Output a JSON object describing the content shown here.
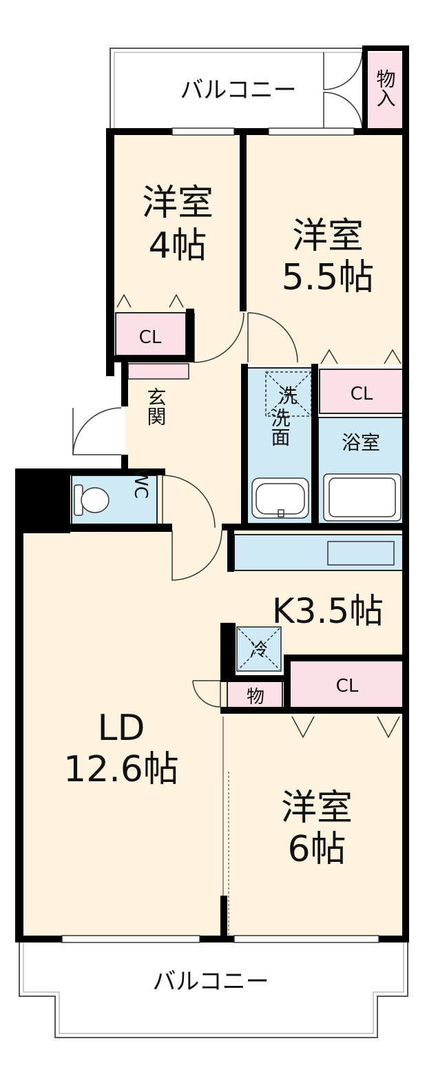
{
  "colors": {
    "floor": "#fdf3de",
    "closet": "#fbe0e8",
    "wet_area": "#cfe9f5",
    "wall": "#000000",
    "line": "#222222"
  },
  "balcony_top": {
    "label": "バルコニー"
  },
  "balcony_bottom": {
    "label": "バルコニー"
  },
  "storage_top": {
    "label": "物入"
  },
  "room_west_4": {
    "name": "洋室",
    "size": "4帖"
  },
  "room_east_55": {
    "name": "洋室",
    "size": "5.5帖"
  },
  "closet_a": {
    "label": "CL"
  },
  "closet_b": {
    "label": "CL"
  },
  "closet_c": {
    "label": "CL"
  },
  "entrance": {
    "label": "玄関"
  },
  "laundry": {
    "label": "洗"
  },
  "washroom": {
    "label": "洗面"
  },
  "bathroom": {
    "label": "浴室"
  },
  "toilet": {
    "label": "WC"
  },
  "kitchen": {
    "label": "K3.5帖"
  },
  "fridge": {
    "label": "冷"
  },
  "storage_small": {
    "label": "物"
  },
  "living_dining": {
    "name": "LD",
    "size": "12.6帖"
  },
  "room_south_6": {
    "name": "洋室",
    "size": "6帖"
  }
}
